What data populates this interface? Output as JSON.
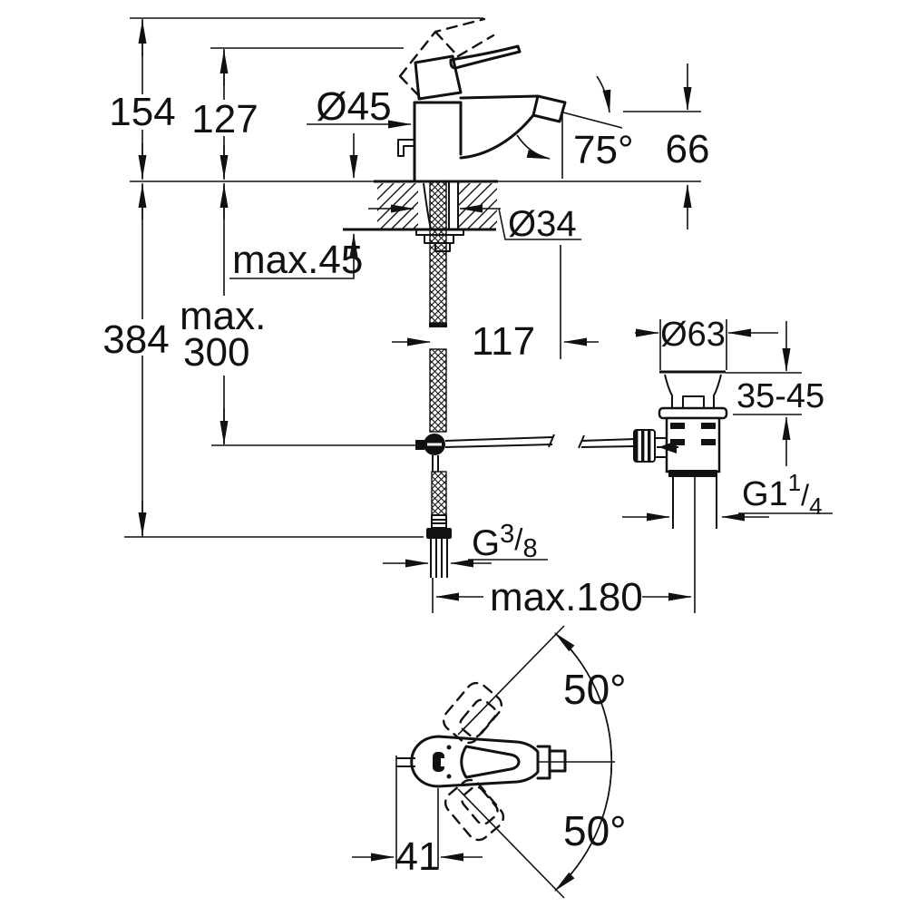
{
  "drawing": {
    "front_view": {
      "height_total": "154",
      "height_to_spout_top": "127",
      "body_diameter": "Ø45",
      "spout_angle": "75°",
      "spout_outlet_height": "66",
      "hole_diameter": "Ø34",
      "deck_thickness_max": "max.45",
      "overall_depth": "384",
      "rod_drop_max_line1": "max.",
      "rod_drop_max_line2": "300",
      "rod_reach": "117",
      "waste_flange_diameter": "Ø63",
      "clamp_range": "35-45",
      "waste_thread": {
        "base": "G1",
        "sup": "1",
        "slash": "/",
        "sub": "4"
      },
      "supply_thread": {
        "base": "G",
        "sup": "3",
        "slash": "/",
        "sub": "8"
      },
      "center_distance_max": "max.180"
    },
    "top_view": {
      "swivel_angle_up": "50°",
      "swivel_angle_down": "50°",
      "handle_offset": "41"
    }
  }
}
